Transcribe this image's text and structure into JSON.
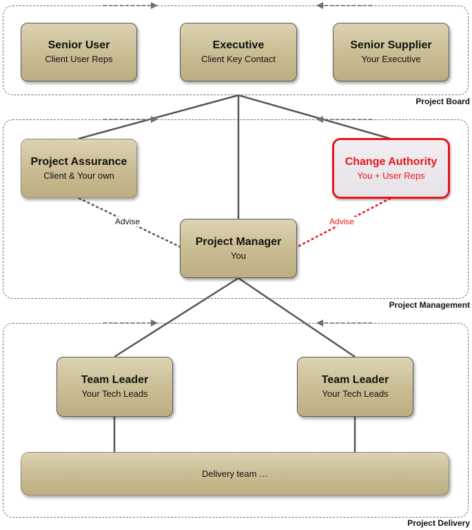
{
  "groups": {
    "board": "Project Board",
    "management": "Project Management",
    "delivery": "Project Delivery"
  },
  "nodes": {
    "senior_user": {
      "title": "Senior User",
      "subtitle": "Client User Reps"
    },
    "executive": {
      "title": "Executive",
      "subtitle": "Client Key Contact"
    },
    "senior_supplier": {
      "title": "Senior Supplier",
      "subtitle": "Your Executive"
    },
    "project_assurance": {
      "title": "Project Assurance",
      "subtitle": "Client & Your own"
    },
    "change_authority": {
      "title": "Change Authority",
      "subtitle": "You + User Reps"
    },
    "project_manager": {
      "title": "Project Manager",
      "subtitle": "You"
    },
    "team_leader_1": {
      "title": "Team Leader",
      "subtitle": "Your Tech Leads"
    },
    "team_leader_2": {
      "title": "Team Leader",
      "subtitle": "Your Tech Leads"
    },
    "delivery_team": {
      "label": "Delivery team …"
    }
  },
  "edges": {
    "advise_left": "Advise",
    "advise_right": "Advise"
  },
  "colors": {
    "box_fill": "#c9bc92",
    "change_authority": "#e8141b",
    "connector": "#555555"
  }
}
